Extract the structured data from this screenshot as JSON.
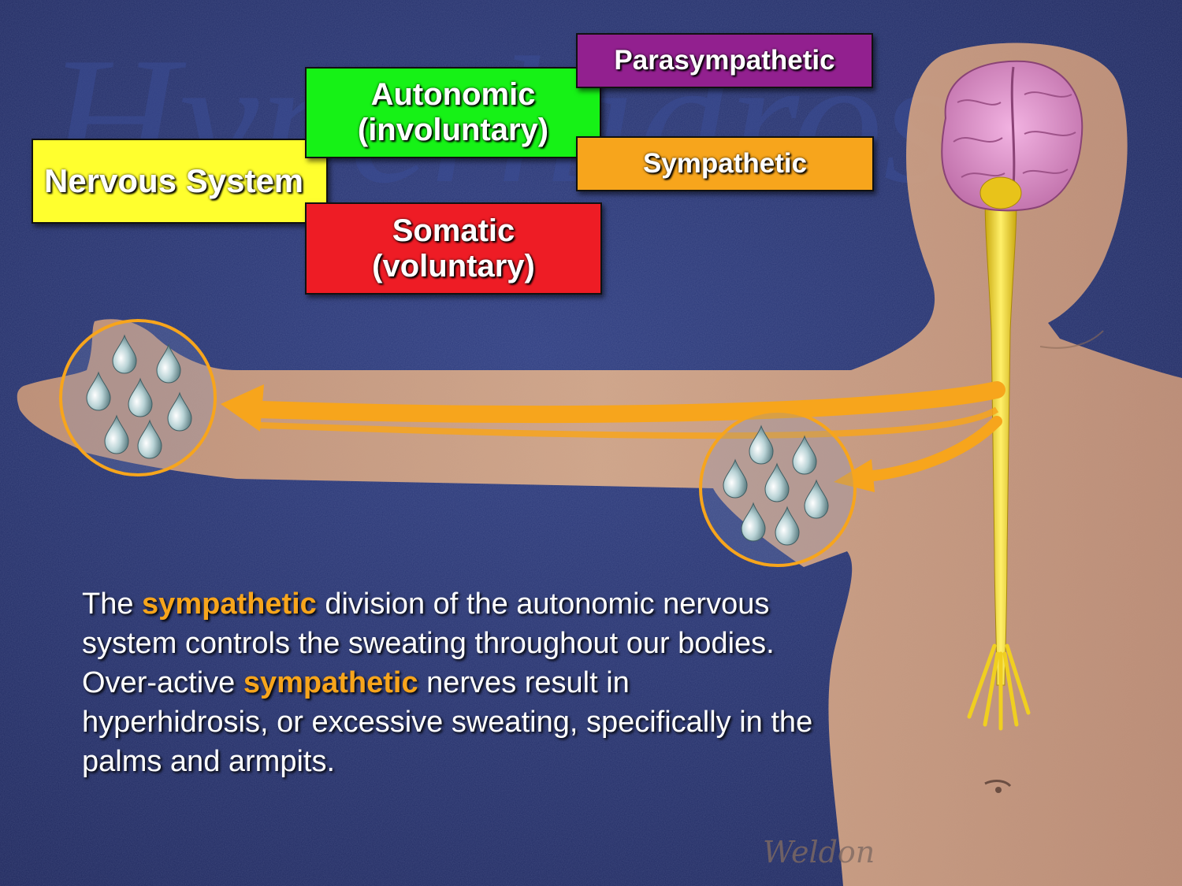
{
  "colors": {
    "background": "#24306b",
    "nervous_system": "#ffff2e",
    "autonomic": "#16f216",
    "somatic": "#ee1c25",
    "parasympathetic": "#92208f",
    "sympathetic": "#f7a51c",
    "highlight": "#f7a51c",
    "skin": "#d9a987",
    "spinal_cord": "#f2d21e",
    "brain": "#d98ec4"
  },
  "watermark": "Hyperhidrosis",
  "diagram": {
    "nervous_system": "Nervous System",
    "autonomic": {
      "line1": "Autonomic",
      "line2": "(involuntary)"
    },
    "somatic": {
      "line1": "Somatic",
      "line2": "(voluntary)"
    },
    "parasympathetic": "Parasympathetic",
    "sympathetic": "Sympathetic"
  },
  "caption": {
    "p1": "The ",
    "hl1": "sympathetic",
    "p2": " division of the autonomic nervous system controls the sweating throughout our bodies.  Over-active ",
    "hl2": "sympathetic",
    "p3": " nerves result in hyperhidrosis, or excessive sweating, specifically in the palms and armpits."
  },
  "signature": "Weldon"
}
